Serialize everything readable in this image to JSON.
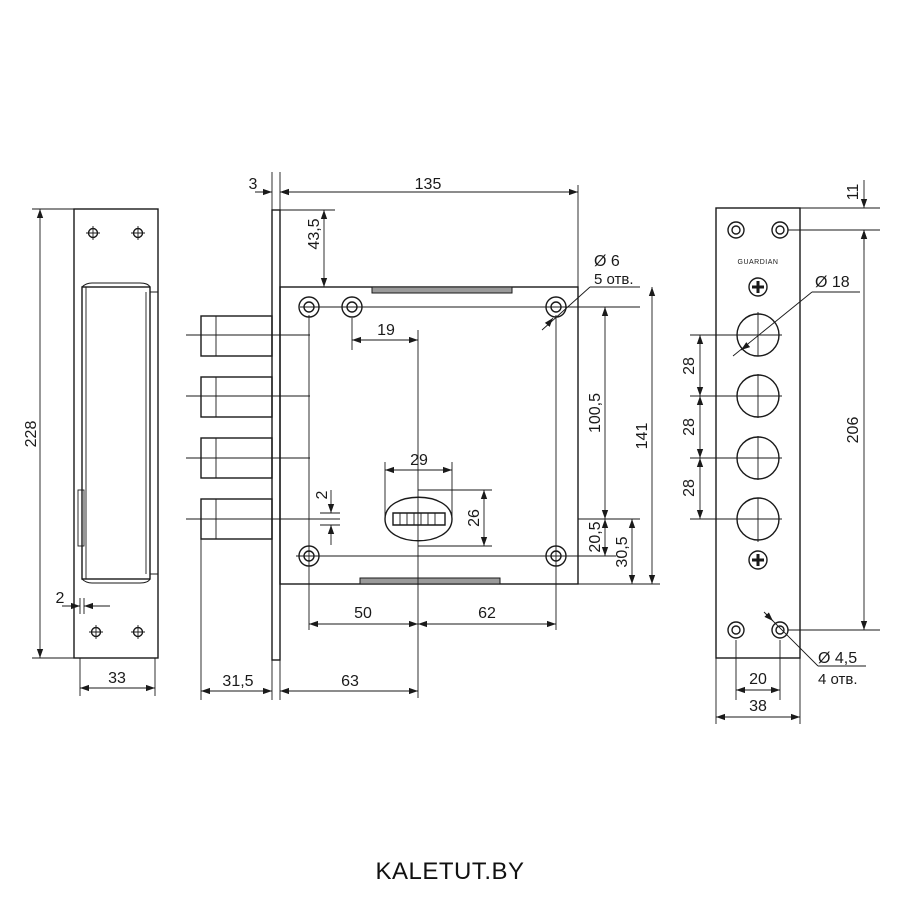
{
  "site_label": "KALETUT.BY",
  "strike_brand": "GUARDIAN",
  "dims": {
    "side_height": "228",
    "side_width": "33",
    "side_offset": "2",
    "face_thickness": "3",
    "case_width": "135",
    "top_to_case": "43,5",
    "hole_d": "Ø 6",
    "hole_count": "5 отв.",
    "bolt_step_19": "19",
    "vert_100_5": "100,5",
    "vert_141": "141",
    "key_width": "29",
    "key_height": "26",
    "vert_2": "2",
    "vert_20_5": "20,5",
    "vert_30_5": "30,5",
    "horiz_50": "50",
    "horiz_62": "62",
    "bolt_projection": "31,5",
    "backset_63": "63",
    "strike_top": "11",
    "bolt_hole_d": "Ø 18",
    "pitch_28_a": "28",
    "pitch_28_b": "28",
    "pitch_28_c": "28",
    "strike_206": "206",
    "screw_d": "Ø 4,5",
    "screw_count": "4 отв.",
    "screw_spacing": "20",
    "strike_width": "38"
  }
}
